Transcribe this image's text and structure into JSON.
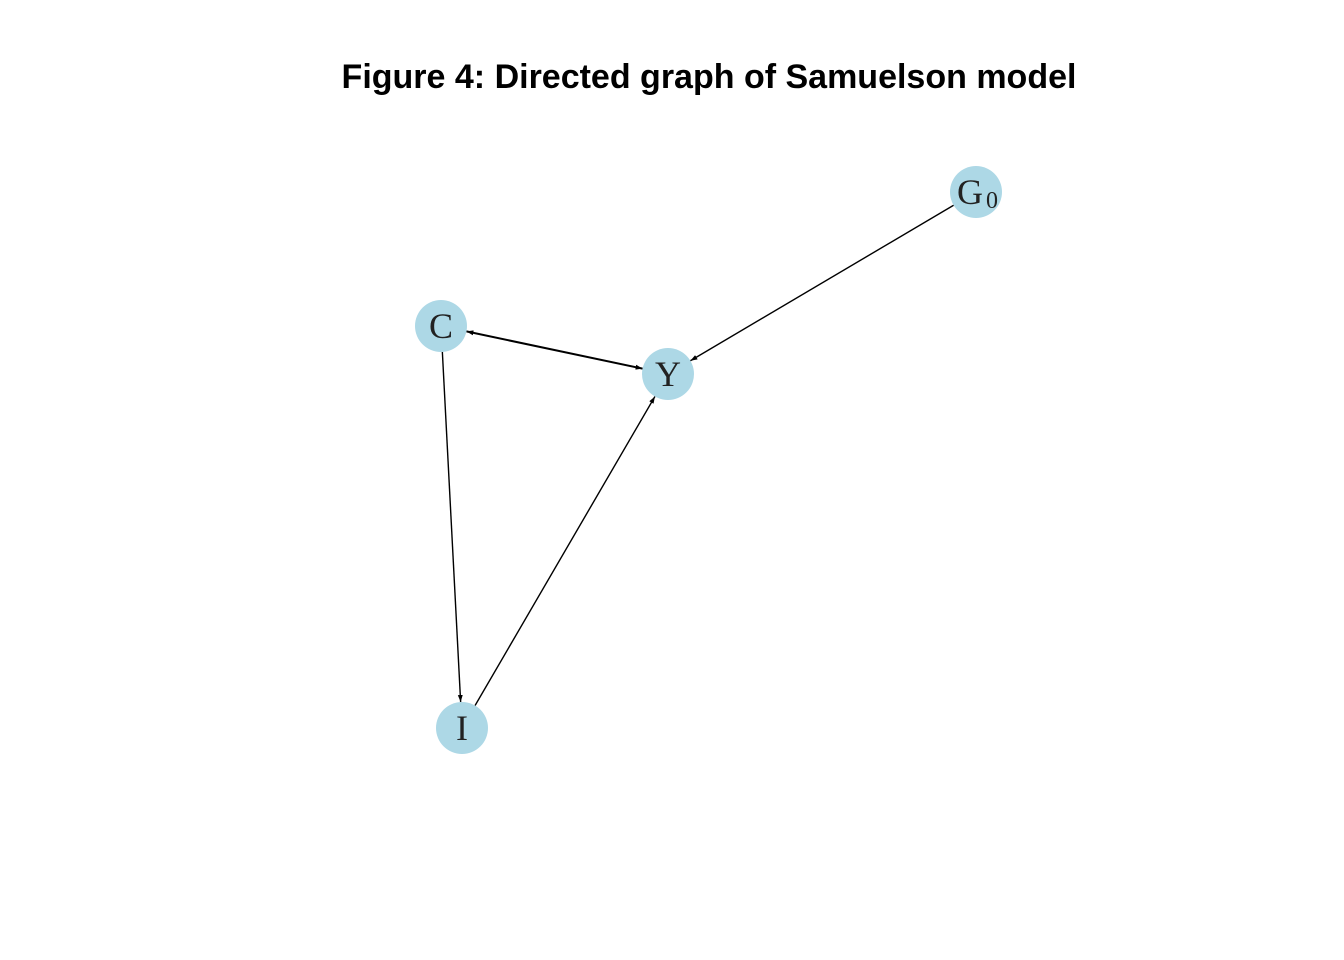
{
  "title": "Figure 4: Directed graph of Samuelson model",
  "colors": {
    "node_fill": "#add8e6",
    "edge": "#000000"
  },
  "nodes": [
    {
      "id": "G0",
      "label": "G",
      "subscript": "0"
    },
    {
      "id": "C",
      "label": "C",
      "subscript": ""
    },
    {
      "id": "Y",
      "label": "Y",
      "subscript": ""
    },
    {
      "id": "I",
      "label": "I",
      "subscript": ""
    }
  ],
  "edges": [
    {
      "from": "G0",
      "to": "Y",
      "bidirectional": false
    },
    {
      "from": "C",
      "to": "Y",
      "bidirectional": true
    },
    {
      "from": "C",
      "to": "I",
      "bidirectional": false
    },
    {
      "from": "I",
      "to": "Y",
      "bidirectional": false
    }
  ]
}
